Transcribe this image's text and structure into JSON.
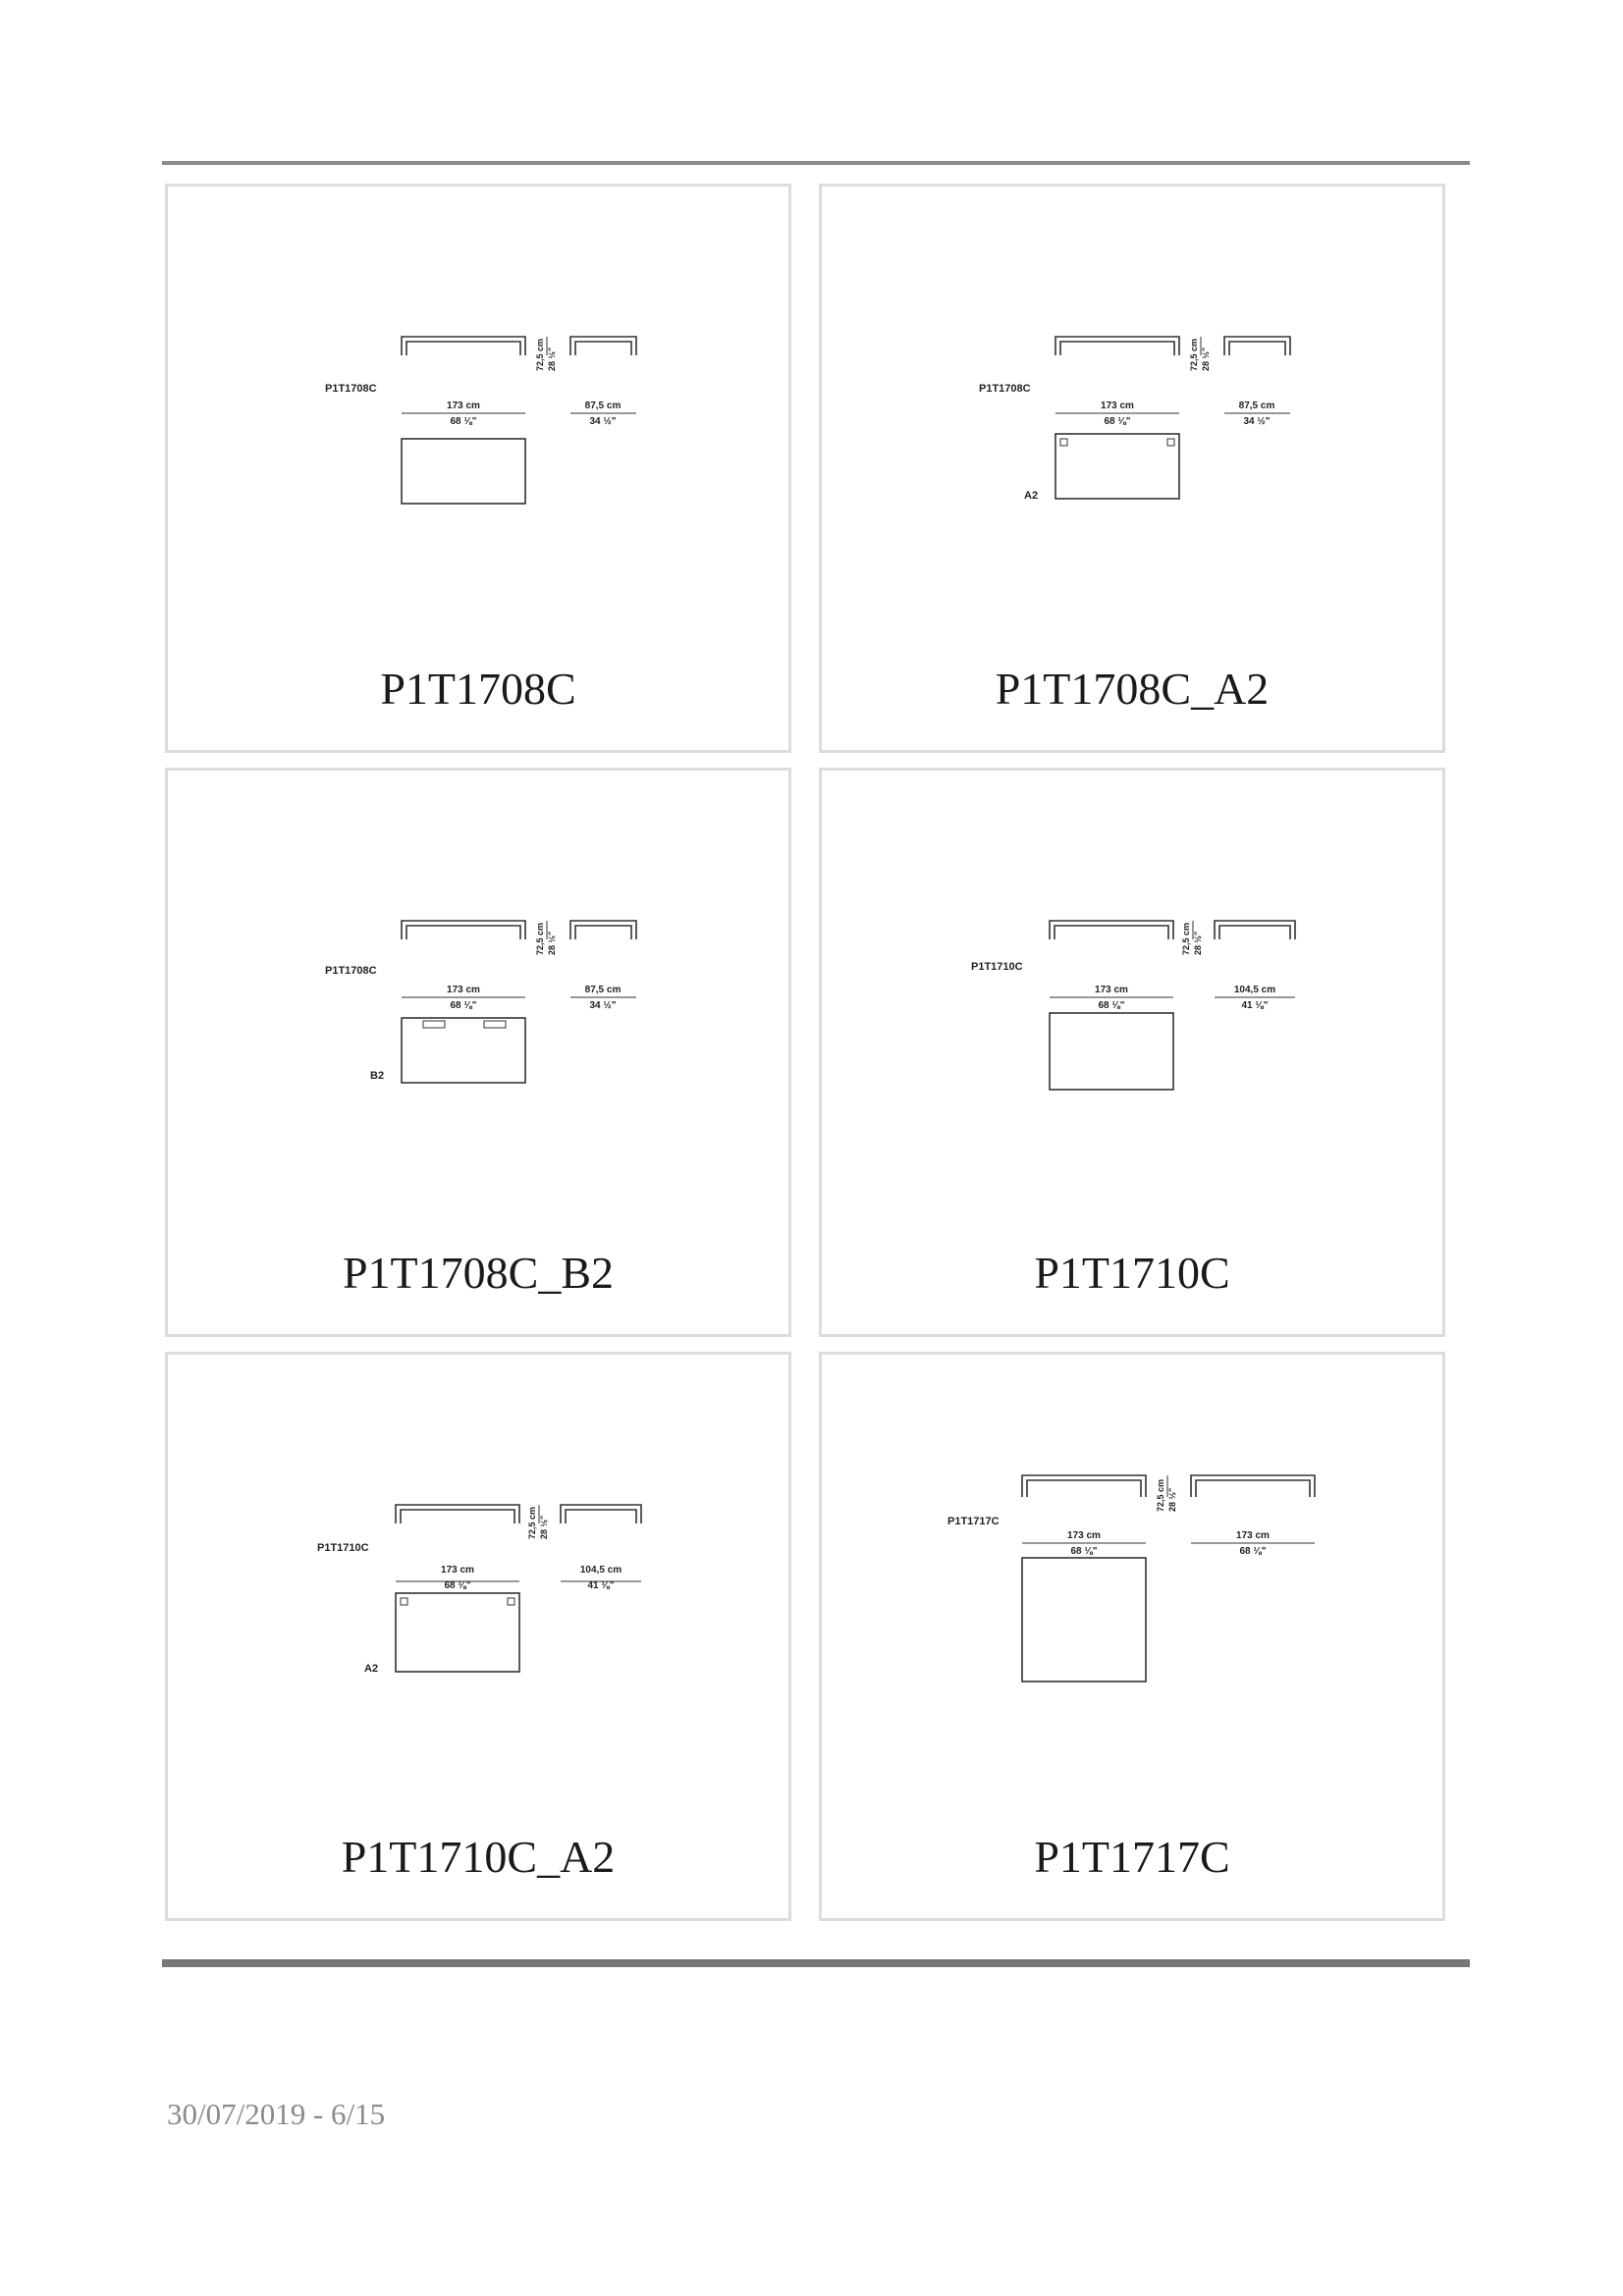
{
  "footer": {
    "date_page": "30/07/2019 - 6/15"
  },
  "cards": [
    {
      "title": "P1T1708C",
      "code": "P1T1708C",
      "w_cm": "173 cm",
      "w_in": "68 ⅛\"",
      "h_cm": "72,5 cm",
      "h_in": "28 ½\"",
      "d_cm": "87,5 cm",
      "d_in": "34 ½\"",
      "variant": ""
    },
    {
      "title": "P1T1708C_A2",
      "code": "P1T1708C",
      "w_cm": "173 cm",
      "w_in": "68 ⅛\"",
      "h_cm": "72,5 cm",
      "h_in": "28 ½\"",
      "d_cm": "87,5 cm",
      "d_in": "34 ½\"",
      "variant": "A2"
    },
    {
      "title": "P1T1708C_B2",
      "code": "P1T1708C",
      "w_cm": "173 cm",
      "w_in": "68 ⅛\"",
      "h_cm": "72,5 cm",
      "h_in": "28 ½\"",
      "d_cm": "87,5 cm",
      "d_in": "34 ½\"",
      "variant": "B2"
    },
    {
      "title": "P1T1710C",
      "code": "P1T1710C",
      "w_cm": "173 cm",
      "w_in": "68 ⅛\"",
      "h_cm": "72,5 cm",
      "h_in": "28 ½\"",
      "d_cm": "104,5 cm",
      "d_in": "41 ⅛\"",
      "variant": ""
    },
    {
      "title": "P1T1710C_A2",
      "code": "P1T1710C",
      "w_cm": "173 cm",
      "w_in": "68 ⅛\"",
      "h_cm": "72,5 cm",
      "h_in": "28 ½\"",
      "d_cm": "104,5 cm",
      "d_in": "41 ⅛\"",
      "variant": "A2"
    },
    {
      "title": "P1T1717C",
      "code": "P1T1717C",
      "w_cm": "173 cm",
      "w_in": "68 ⅛\"",
      "h_cm": "72,5 cm",
      "h_in": "28 ½\"",
      "d_cm": "173 cm",
      "d_in": "68 ⅛\"",
      "variant": ""
    }
  ]
}
